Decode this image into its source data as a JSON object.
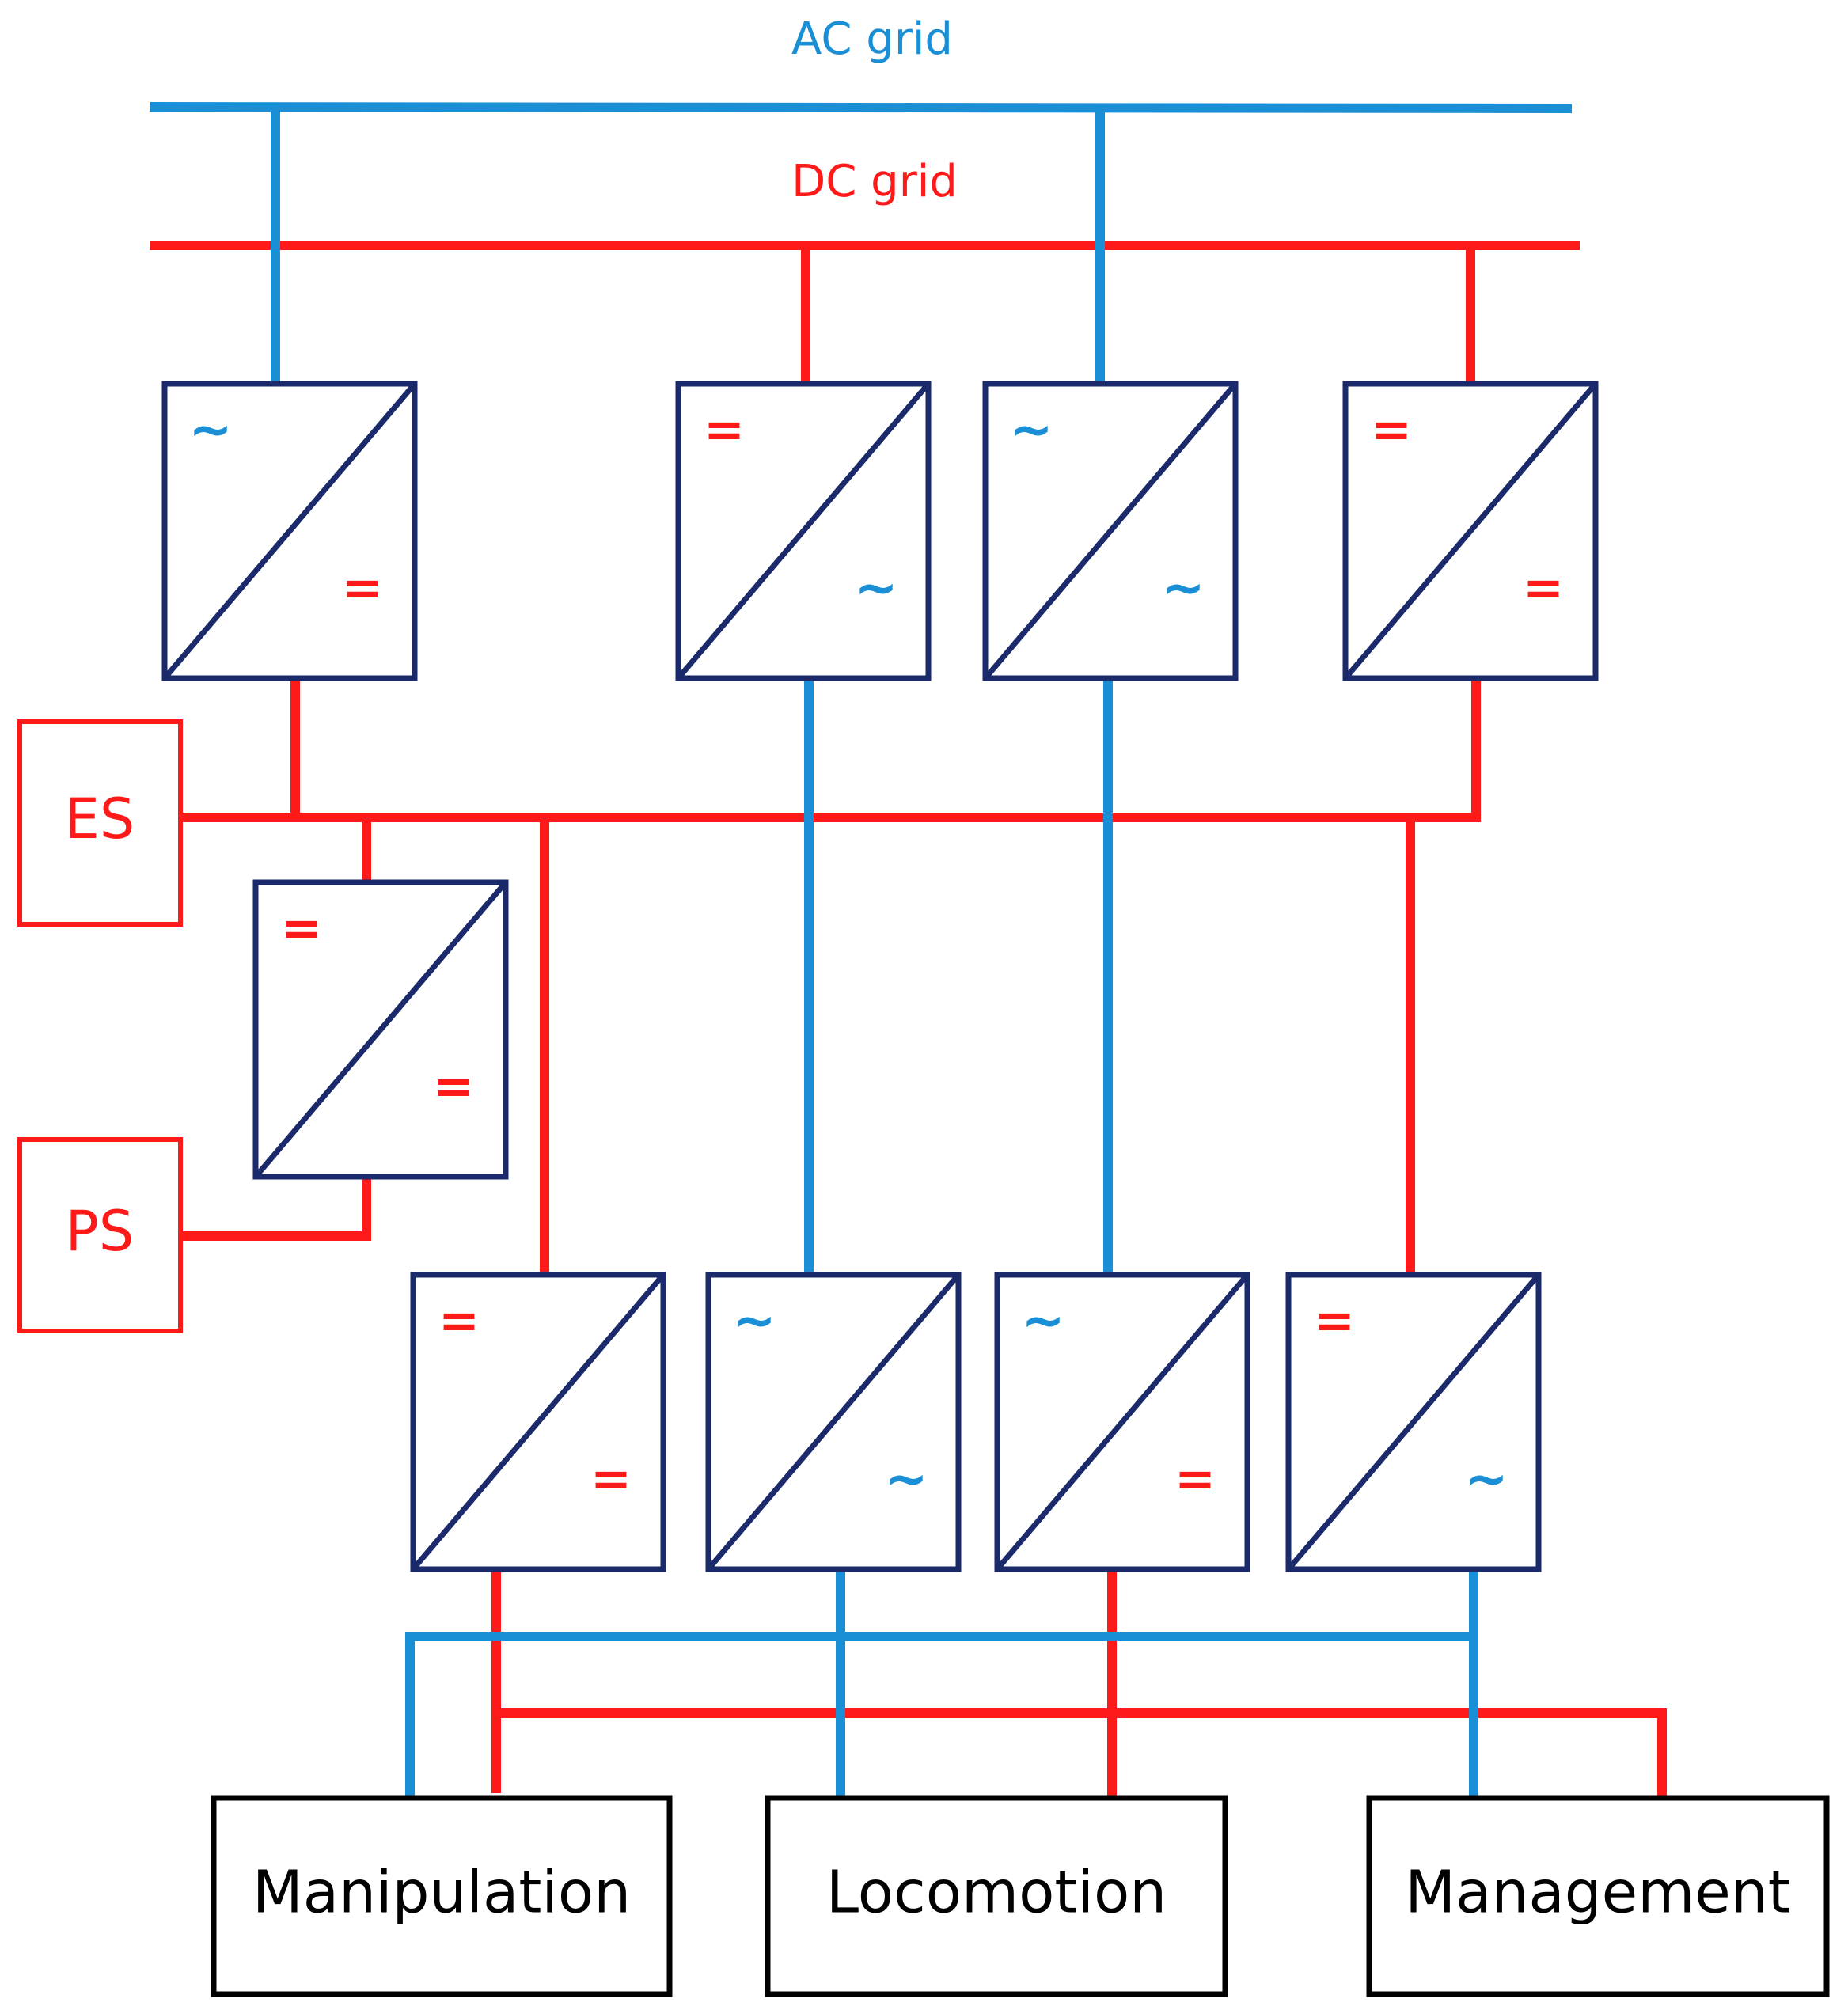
{
  "colors": {
    "ac": "#1a8fd6",
    "dc": "#ff1a1a",
    "converter": "#1a2a6b",
    "load": "#000000"
  },
  "grids": {
    "ac_label": "AC grid",
    "dc_label": "DC grid"
  },
  "sources": {
    "energy_storage": "ES",
    "power_source": "PS"
  },
  "symbols": {
    "ac": "~",
    "dc": "="
  },
  "loads": {
    "manipulation": "Manipulation",
    "locomotion": "Locomotion",
    "management": "Management"
  },
  "converters": [
    {
      "id": "ac-dc-1",
      "in": "ac",
      "out": "dc"
    },
    {
      "id": "dc-ac-1",
      "in": "dc",
      "out": "ac"
    },
    {
      "id": "ac-ac-1",
      "in": "ac",
      "out": "ac"
    },
    {
      "id": "dc-dc-1",
      "in": "dc",
      "out": "dc"
    },
    {
      "id": "dc-dc-ps",
      "in": "dc",
      "out": "dc"
    },
    {
      "id": "dc-dc-2",
      "in": "dc",
      "out": "dc"
    },
    {
      "id": "ac-ac-2",
      "in": "ac",
      "out": "ac"
    },
    {
      "id": "ac-dc-2",
      "in": "ac",
      "out": "dc"
    },
    {
      "id": "dc-ac-2",
      "in": "dc",
      "out": "ac"
    }
  ]
}
